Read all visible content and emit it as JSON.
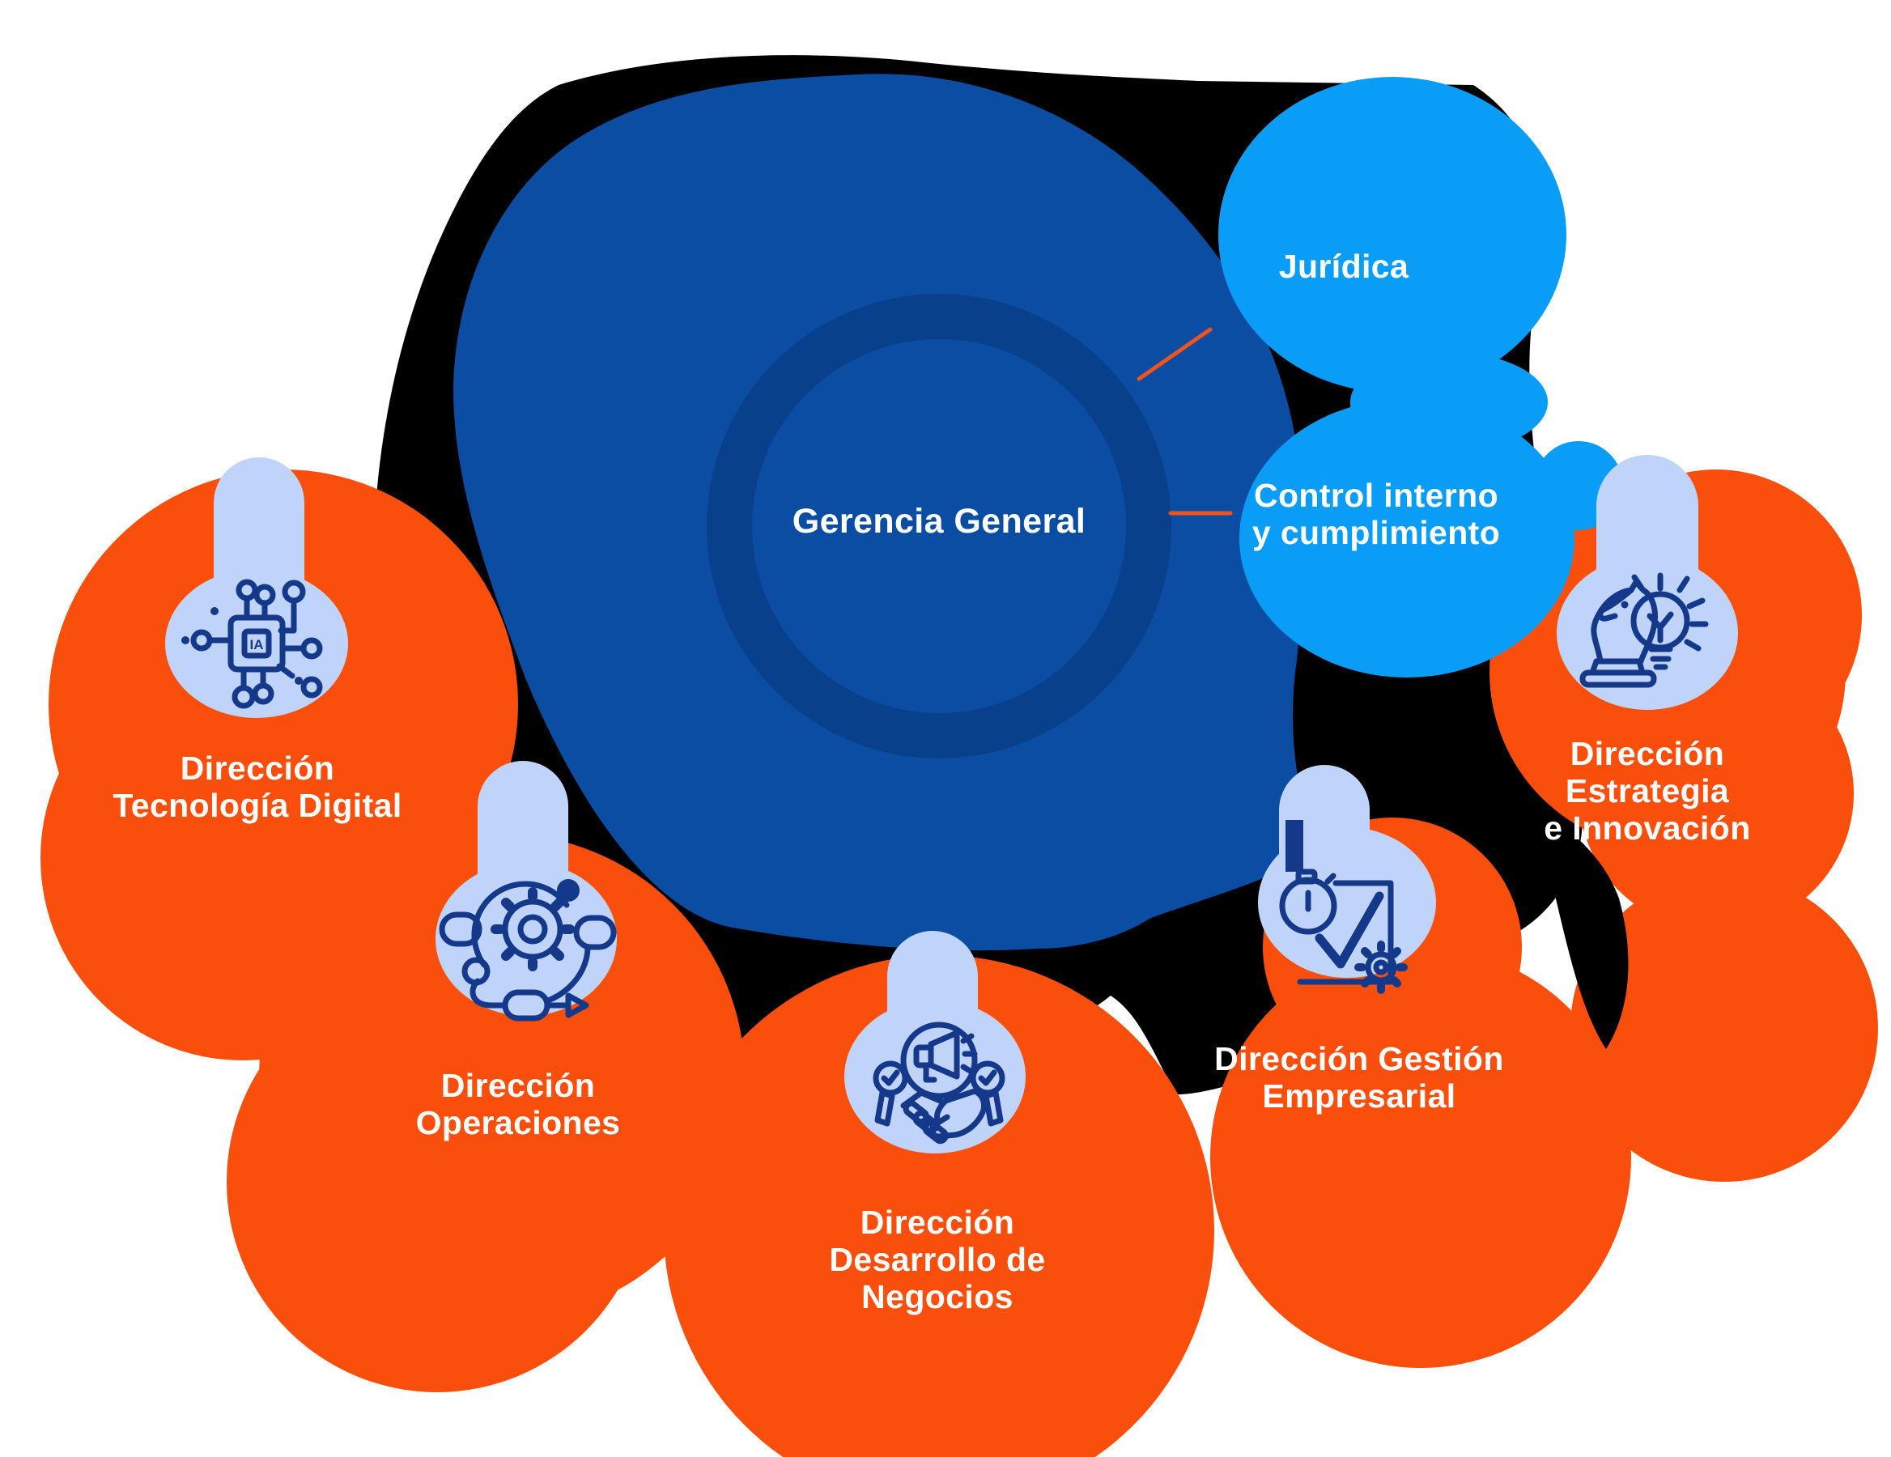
{
  "center": {
    "label": "Gerencia General"
  },
  "staff_units": [
    {
      "id": "juridica",
      "label_lines": [
        "Jurídica"
      ]
    },
    {
      "id": "control-interno",
      "label_lines": [
        "Control interno",
        "y cumplimiento"
      ]
    }
  ],
  "directions": [
    {
      "id": "tecnologia-digital",
      "label_lines": [
        "Dirección",
        "Tecnología Digital"
      ],
      "icon": "ai-chip-icon",
      "icon_text": "IA"
    },
    {
      "id": "operaciones",
      "label_lines": [
        "Dirección",
        "Operaciones"
      ],
      "icon": "agile-gear-icon"
    },
    {
      "id": "desarrollo-negocios",
      "label_lines": [
        "Dirección",
        "Desarrollo de",
        "Negocios"
      ],
      "icon": "handshake-megaphone-icon"
    },
    {
      "id": "gestion-empresarial",
      "label_lines": [
        "Dirección Gestión",
        "Empresarial"
      ],
      "icon": "stopwatch-check-gear-icon"
    },
    {
      "id": "estrategia-innovacion",
      "label_lines": [
        "Dirección",
        "Estrategia",
        "e Innovación"
      ],
      "icon": "knight-lightbulb-icon"
    }
  ],
  "colors": {
    "orange": "#F94E0C",
    "sky_blue": "#0A9DF7",
    "navy_circle": "#0B4DA2",
    "ring": "#09408C",
    "periwinkle": "#BFD4F8",
    "icon_navy": "#14388A",
    "black_blob": "#000000",
    "connector": "#F0531C",
    "label_text": "#FFFFFF"
  }
}
